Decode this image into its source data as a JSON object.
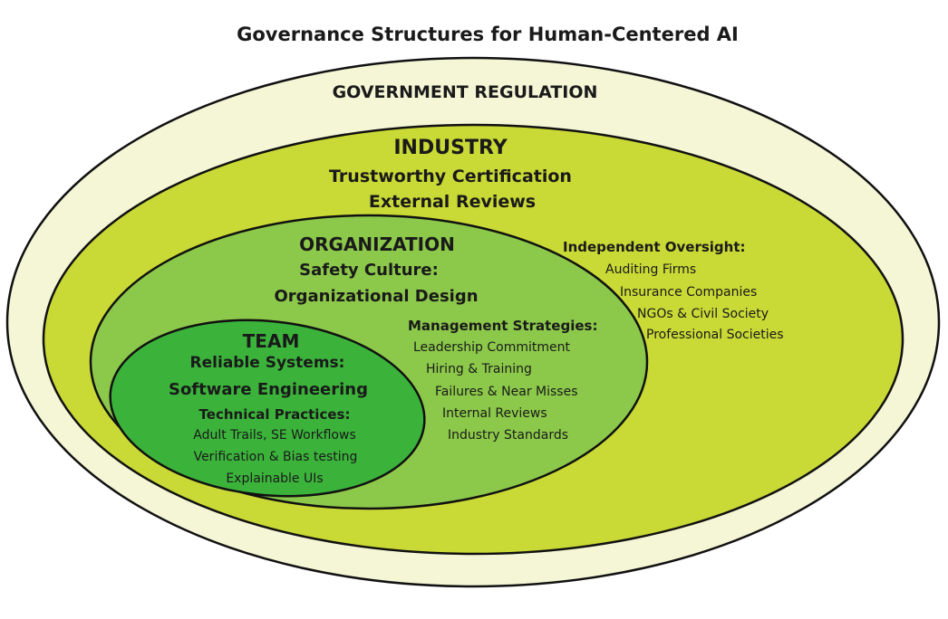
{
  "title": "Governance Structures for Human-Centered AI",
  "government": {
    "label": "GOVERNMENT REGULATION"
  },
  "industry": {
    "heading": "INDUSTRY",
    "line1": "Trustworthy Certification",
    "line2": "External Reviews",
    "oversight": {
      "heading": "Independent Oversight:",
      "items": [
        "Auditing Firms",
        "Insurance Companies",
        "NGOs & Civil Society",
        "Professional Societies"
      ]
    }
  },
  "organization": {
    "heading": "ORGANIZATION",
    "line1": "Safety Culture:",
    "line2": "Organizational Design",
    "management": {
      "heading": "Management Strategies:",
      "items": [
        "Leadership Commitment",
        "Hiring & Training",
        "Failures & Near Misses",
        "Internal Reviews",
        "Industry Standards"
      ]
    }
  },
  "team": {
    "heading": "TEAM",
    "line1": "Reliable Systems:",
    "line2": "Software Engineering",
    "practices": {
      "heading": "Technical Practices:",
      "items": [
        "Adult Trails, SE Workflows",
        "Verification & Bias testing",
        "Explainable UIs"
      ]
    }
  },
  "colors": {
    "government_fill": "#f5f6d6",
    "industry_fill": "#c9d935",
    "organization_fill": "#8cc94a",
    "team_fill": "#3bb33b",
    "outline": "#111111"
  }
}
